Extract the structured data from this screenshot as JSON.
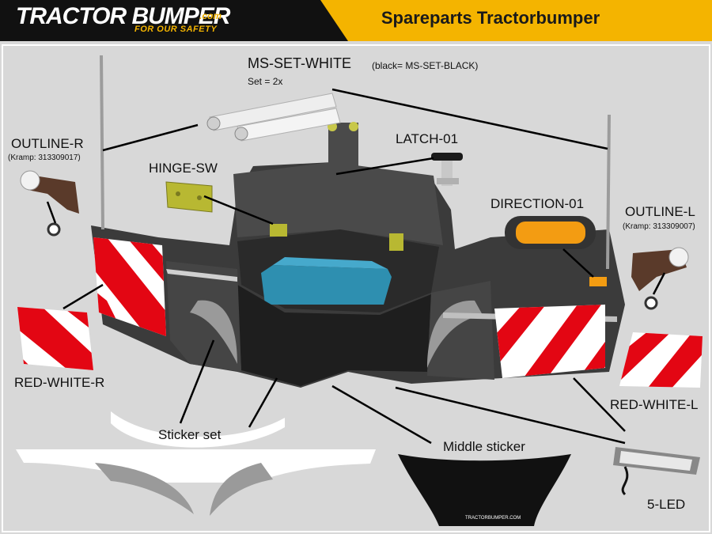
{
  "header": {
    "logo_main": "TRACTOR BUMPER",
    "logo_suffix": ".com",
    "logo_tagline": "FOR OUR SAFETY",
    "title": "Spareparts Tractorbumper"
  },
  "parts": {
    "ms_set": {
      "label": "MS-SET-WHITE",
      "note": "(black= MS-SET-BLACK)",
      "qty": "Set = 2x"
    },
    "latch": {
      "label": "LATCH-01"
    },
    "outline_r": {
      "label": "OUTLINE-R",
      "ref": "(Kramp: 313309017)"
    },
    "outline_l": {
      "label": "OUTLINE-L",
      "ref": "(Kramp: 313309007)"
    },
    "hinge": {
      "label": "HINGE-SW"
    },
    "direction": {
      "label": "DIRECTION-01"
    },
    "red_white_r": {
      "label": "RED-WHITE-R"
    },
    "red_white_l": {
      "label": "RED-WHITE-L"
    },
    "sticker_set": {
      "label": "Sticker set"
    },
    "middle_sticker": {
      "label": "Middle sticker",
      "print": "TRACTORBUMPER.COM"
    },
    "led": {
      "label": "5-LED"
    }
  },
  "colors": {
    "header_black": "#111111",
    "header_yellow": "#f4b400",
    "bumper_body": "#3b3b3b",
    "reflector_red": "#e30613",
    "toolbox_blue": "#2e8fb0",
    "direction_amber": "#f39c12",
    "hinge_olive": "#b8b832"
  }
}
